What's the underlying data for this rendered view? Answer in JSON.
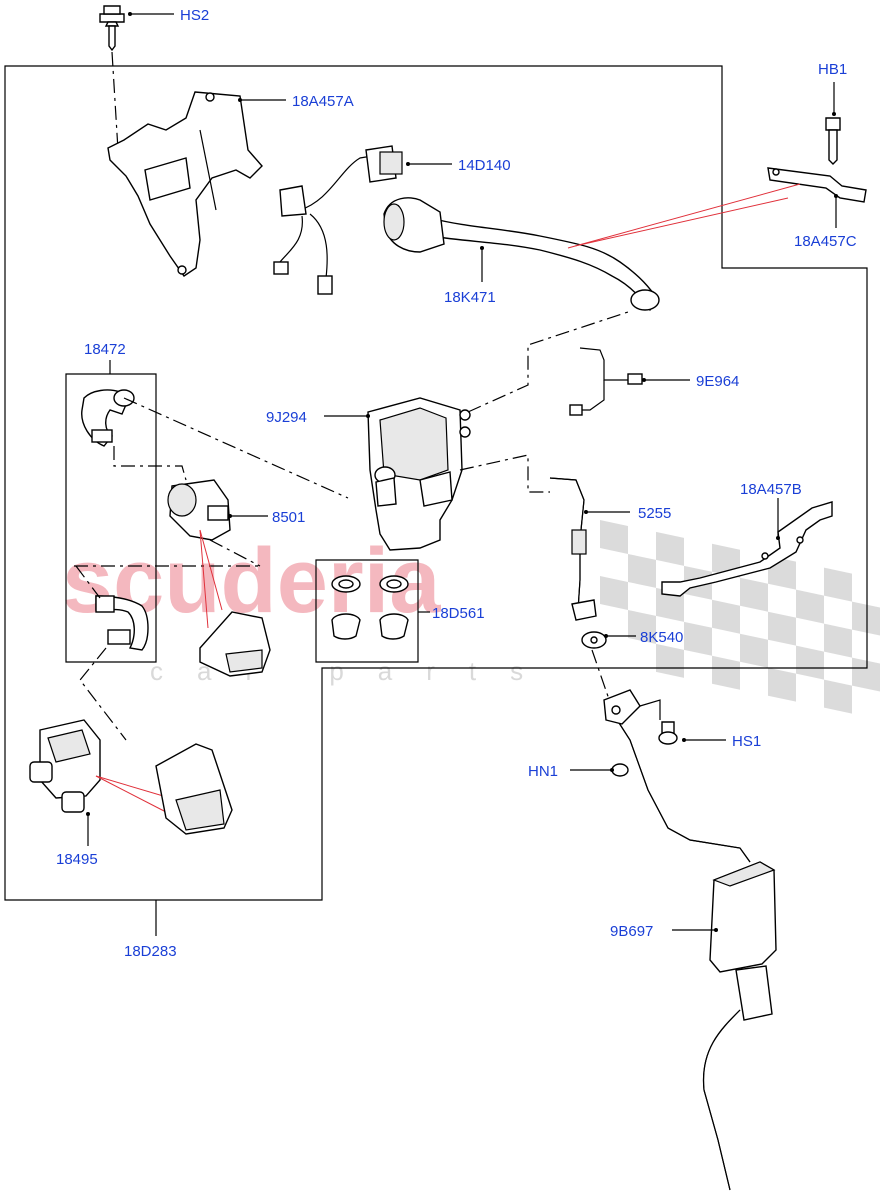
{
  "watermark": {
    "brand": "scuderia",
    "sub": "car parts"
  },
  "labels": {
    "HS2": "HS2",
    "l18A457A": "18A457A",
    "l14D140": "14D140",
    "l18K471": "18K471",
    "HB1": "HB1",
    "l18A457C": "18A457C",
    "l18472": "18472",
    "l9J294": "9J294",
    "l9E964": "9E964",
    "l8501": "8501",
    "l18A457B": "18A457B",
    "l5255": "5255",
    "l18D561": "18D561",
    "l8K540": "8K540",
    "HS1": "HS1",
    "HN1": "HN1",
    "l18495": "18495",
    "l18D283": "18D283",
    "l9B697": "9B697"
  },
  "colors": {
    "label": "#1a3fd6",
    "leader": "#e0303a",
    "watermark": "#f4b8bf"
  }
}
